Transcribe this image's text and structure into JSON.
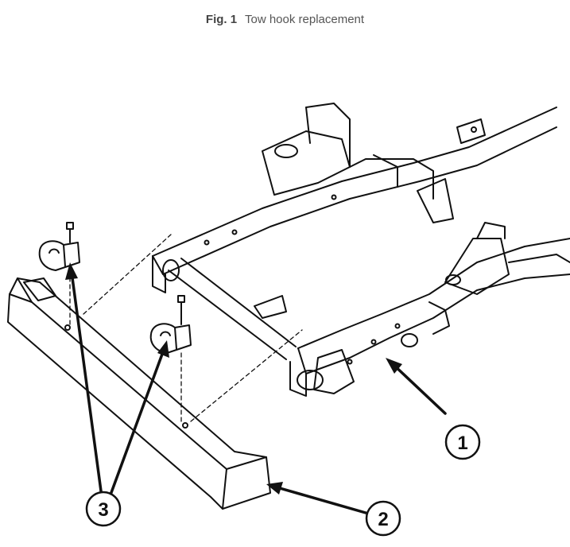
{
  "figure": {
    "label": "Fig. 1",
    "title": "Tow hook replacement"
  },
  "callouts": [
    {
      "id": "frame",
      "number": "1"
    },
    {
      "id": "bumper",
      "number": "2"
    },
    {
      "id": "tow-hooks",
      "number": "3"
    }
  ]
}
